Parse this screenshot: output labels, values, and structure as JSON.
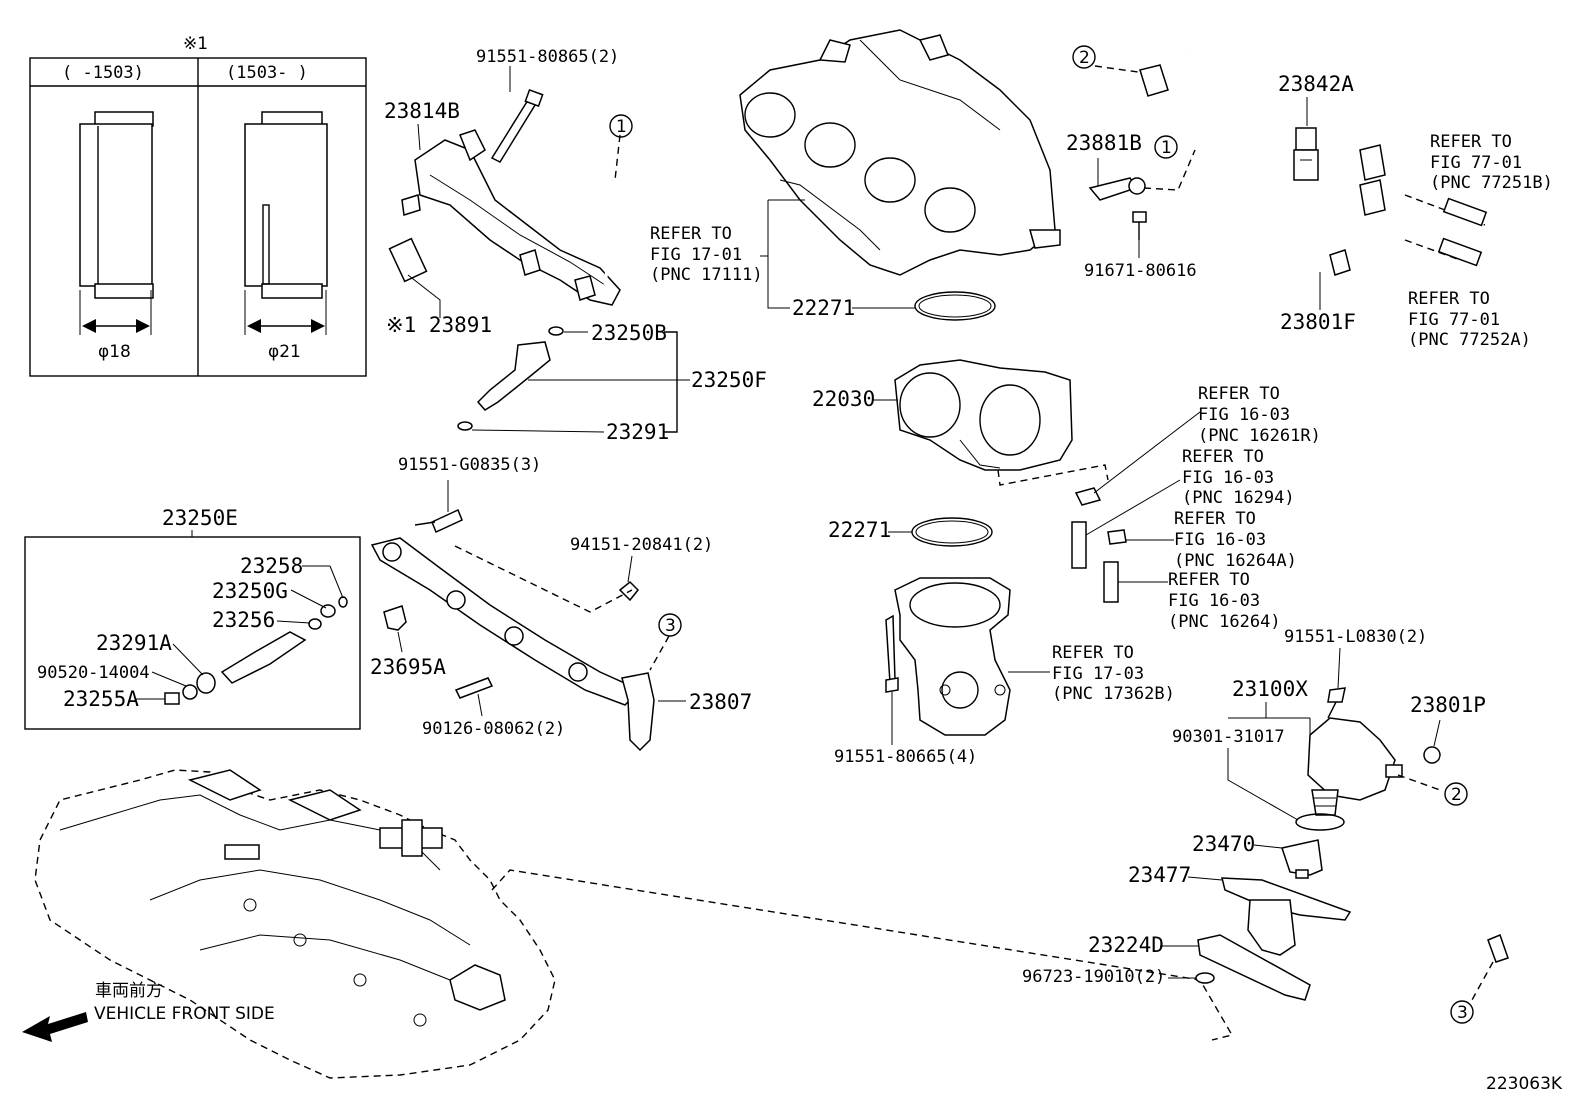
{
  "illustration_code": "223063K",
  "inset": {
    "note_mark": "※1",
    "col_left": "(      -1503)",
    "col_right": "(1503-      )",
    "dia_left": "φ18",
    "dia_right": "φ21"
  },
  "vehicle_front": {
    "japanese": "車両前方",
    "english": "VEHICLE FRONT SIDE"
  },
  "labels": {
    "p91551_80865": "91551-80865(2)",
    "p23814B": "23814B",
    "p23891": "※1 23891",
    "p23250B": "23250B",
    "p23250F": "23250F",
    "p23291": "23291",
    "p91551_G0835": "91551-G0835(3)",
    "p23250E": "23250E",
    "p23258": "23258",
    "p23250G": "23250G",
    "p23256": "23256",
    "p23291A": "23291A",
    "p90520_14004": "90520-14004",
    "p23255A": "23255A",
    "p94151_20841": "94151-20841(2)",
    "p23695A": "23695A",
    "p90126_08062": "90126-08062(2)",
    "p23807": "23807",
    "p22271_top": "22271",
    "p22030": "22030",
    "p22271_mid": "22271",
    "p91551_80665": "91551-80665(4)",
    "p23881B": "23881B",
    "p91671_80616": "91671-80616",
    "p23842A": "23842A",
    "p23801F": "23801F",
    "p91551_L0830": "91551-L0830(2)",
    "p23100X": "23100X",
    "p90301_31017": "90301-31017",
    "p23801P": "23801P",
    "p23470": "23470",
    "p23477": "23477",
    "p23224D": "23224D",
    "p96723_19010": "96723-19010(2)"
  },
  "references": {
    "fig17_01": [
      "REFER TO",
      "FIG 17-01",
      "(PNC 17111)"
    ],
    "fig77_01a": [
      "REFER TO",
      "FIG 77-01",
      "(PNC 77251B)"
    ],
    "fig77_01b": [
      "REFER TO",
      "FIG 77-01",
      "(PNC 77252A)"
    ],
    "fig16_03a": [
      "REFER TO",
      "FIG 16-03",
      "(PNC 16261R)"
    ],
    "fig16_03b": [
      "REFER TO",
      "FIG 16-03",
      "(PNC 16294)"
    ],
    "fig16_03c": [
      "REFER TO",
      "FIG 16-03",
      "(PNC 16264A)"
    ],
    "fig16_03d": [
      "REFER TO",
      "FIG 16-03",
      "(PNC 16264)"
    ],
    "fig17_03": [
      "REFER TO",
      "FIG 17-03",
      "(PNC 17362B)"
    ]
  },
  "callouts": [
    "1",
    "2",
    "3"
  ]
}
